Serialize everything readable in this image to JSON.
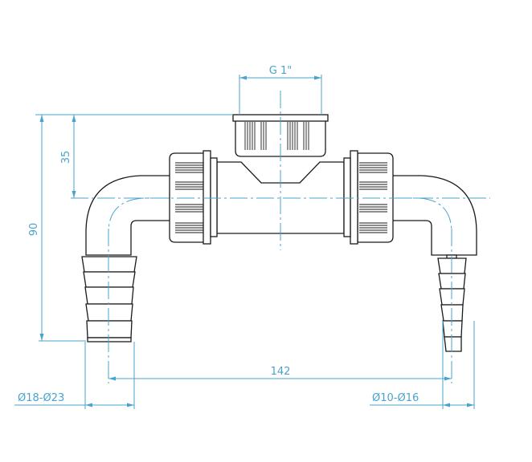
{
  "dimensions": {
    "thread": "G 1\"",
    "height_to_axis": "35",
    "total_height": "90",
    "outlet_spacing": "142",
    "left_hose_diameter": "Ø18-Ø23",
    "right_hose_diameter": "Ø10-Ø16"
  },
  "colors": {
    "outline": "#1a1a1a",
    "dimension": "#4aa3cc"
  }
}
